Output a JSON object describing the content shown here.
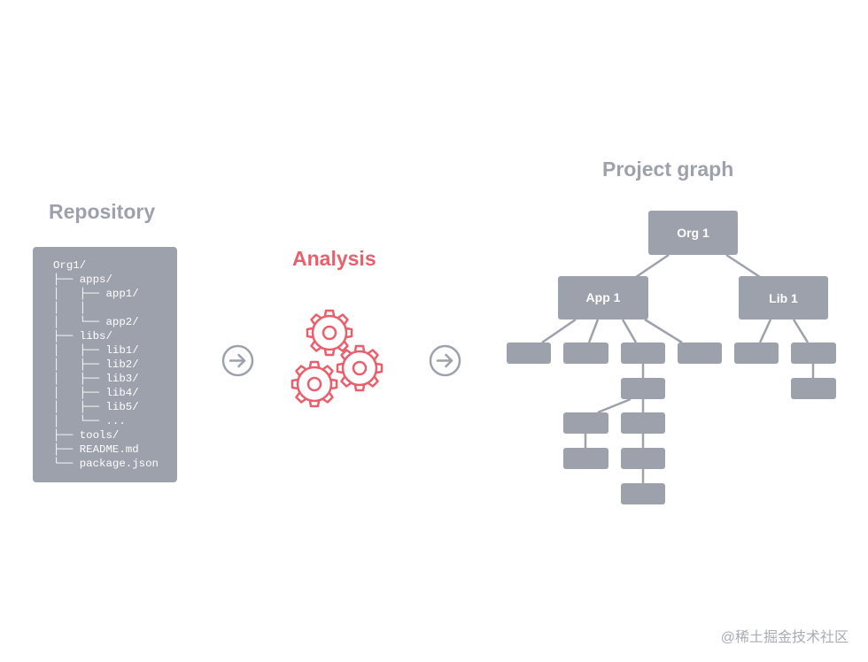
{
  "headings": {
    "repository": "Repository",
    "analysis": "Analysis",
    "project_graph": "Project graph"
  },
  "repository_tree": [
    "Org1/",
    "├── apps/",
    "│   ├── app1/",
    "│   │",
    "│   └── app2/",
    "├── libs/",
    "│   ├── lib1/",
    "│   ├── lib2/",
    "│   ├── lib3/",
    "│   ├── lib4/",
    "│   ├── lib5/",
    "│   └── ...",
    "├── tools/",
    "├── README.md",
    "└── package.json"
  ],
  "graph": {
    "nodes": {
      "org": "Org 1",
      "app": "App 1",
      "lib": "Lib 1"
    }
  },
  "icons": [
    "arrow-right-circle-icon",
    "gears-icon",
    "arrow-right-circle-icon"
  ],
  "colors": {
    "gray": "#9ca1ab",
    "accent": "#ea5f6c"
  },
  "watermark": "@稀土掘金技术社区"
}
